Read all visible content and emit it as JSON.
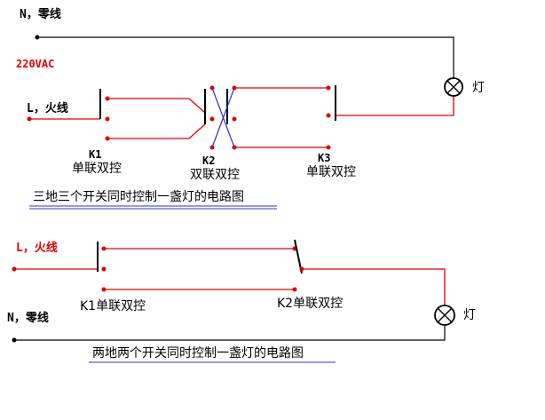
{
  "diagram1": {
    "neutral_label": "N，零线",
    "voltage_label": "220VAC",
    "live_label": "L，火线",
    "lamp_label": "灯",
    "k1_id": "K1",
    "k1_type": "单联双控",
    "k2_id": "K2",
    "k2_type": "双联双控",
    "k3_id": "K3",
    "k3_type": "单联双控",
    "caption": "三地三个开关同时控制一盏灯的电路图"
  },
  "diagram2": {
    "live_label": "L，火线",
    "neutral_label": "N，零线",
    "lamp_label": "灯",
    "k1_label": "K1单联双控",
    "k2_label": "K2单联双控",
    "caption": "两地两个开关同时控制一盏灯的电路图"
  },
  "colors": {
    "wire_live": "#e00000",
    "wire_neutral": "#000000",
    "caption_underline": "#3333cc"
  }
}
